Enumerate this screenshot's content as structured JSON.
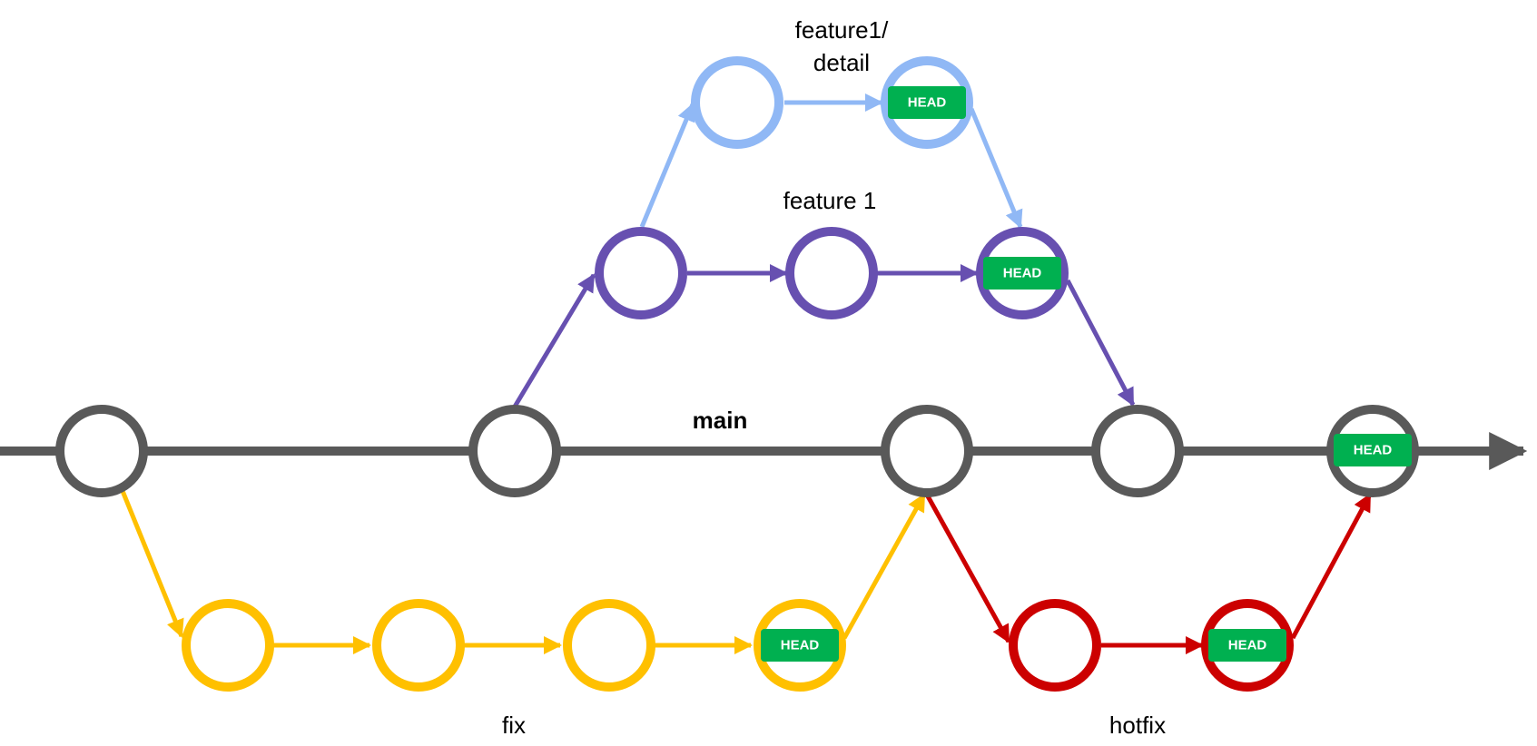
{
  "diagram": {
    "head_label": "HEAD",
    "colors": {
      "main": "#595959",
      "feature1": "#6750b0",
      "feature1_detail": "#90b8f5",
      "fix": "#ffc000",
      "hotfix": "#cc0000",
      "head_badge": "#00b050"
    },
    "branches": {
      "main": {
        "label": "main"
      },
      "feature1": {
        "label": "feature 1"
      },
      "feature1_detail": {
        "label_line1": "feature1/",
        "label_line2": "detail"
      },
      "fix": {
        "label": "fix"
      },
      "hotfix": {
        "label": "hotfix"
      }
    }
  }
}
